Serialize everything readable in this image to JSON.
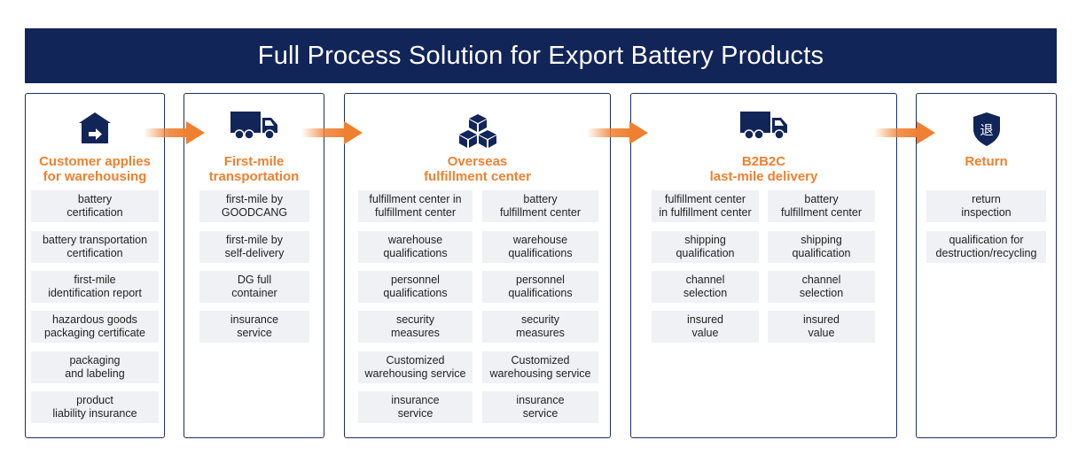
{
  "title": "Full Process Solution for Export Battery Products",
  "colors": {
    "navy": "#122558",
    "orange": "#ef8030",
    "item_bg": "#eff1f5"
  },
  "columns": [
    {
      "icon": "warehouse-icon",
      "title": "Customer applies\nfor warehousing",
      "items": [
        "battery\ncertification",
        "battery transportation\ncertification",
        "first-mile\nidentification report",
        "hazardous goods\npackaging certificate",
        "packaging\nand labeling",
        "product\nliability insurance"
      ]
    },
    {
      "icon": "truck-icon",
      "title": "First-mile\ntransportation",
      "items": [
        "first-mile by\nGOODCANG",
        "first-mile by\nself-delivery",
        "DG full\ncontainer",
        "insurance\nservice"
      ]
    },
    {
      "icon": "boxes-icon",
      "title": "Overseas\nfulfillment center",
      "items_left": [
        "fulfillment center in\nfulfillment center",
        "warehouse\nqualifications",
        "personnel\nqualifications",
        "security\nmeasures",
        "Customized\nwarehousing service",
        "insurance\nservice"
      ],
      "items_right": [
        "battery\nfulfillment center",
        "warehouse\nqualifications",
        "personnel\nqualifications",
        "security\nmeasures",
        "Customized\nwarehousing service",
        "insurance\nservice"
      ]
    },
    {
      "icon": "truck-icon",
      "title": "B2B2C\nlast-mile delivery",
      "items_left": [
        "fulfillment center\nin fulfillment center",
        "shipping\nqualification",
        "channel\nselection",
        "insured\nvalue"
      ],
      "items_right": [
        "battery\nfulfillment center",
        "shipping\nqualification",
        "channel\nselection",
        "insured\nvalue"
      ]
    },
    {
      "icon": "return-shield-icon",
      "icon_char": "退",
      "title": "Return",
      "items": [
        "return\ninspection",
        "qualification for\ndestruction/recycling"
      ]
    }
  ]
}
